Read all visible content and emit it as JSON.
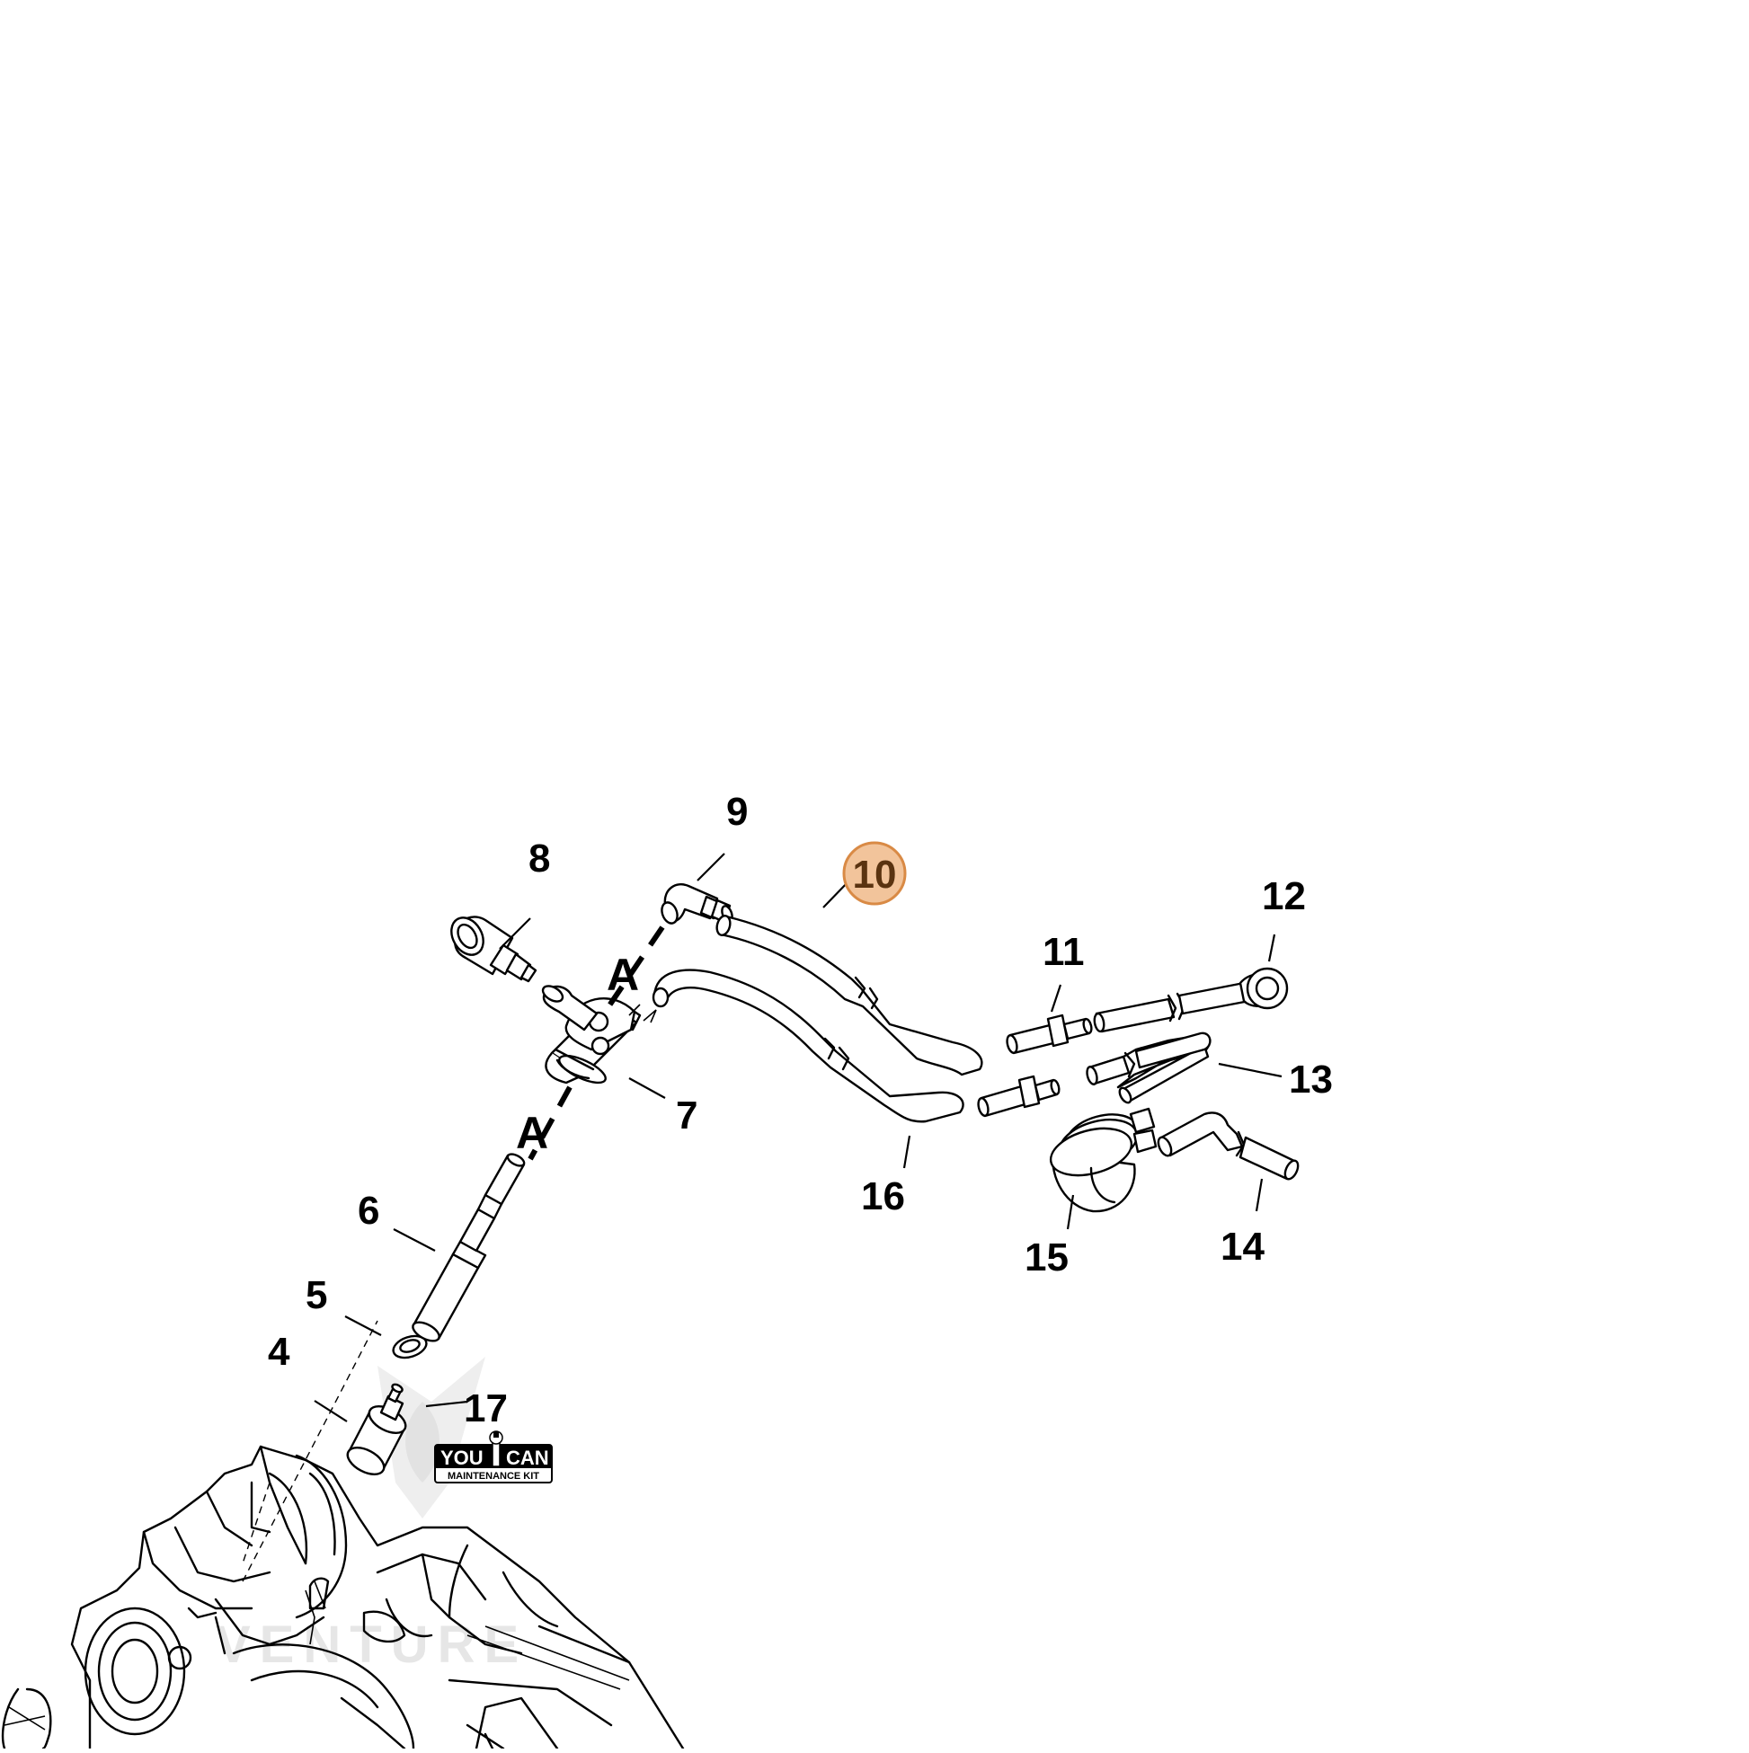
{
  "diagram": {
    "highlight_color_fill": "#f2c49b",
    "highlight_color_stroke": "#d98a45",
    "highlight_text_color": "#5a3310",
    "parts": [
      {
        "id": "4",
        "label": "4",
        "highlighted": false
      },
      {
        "id": "5",
        "label": "5",
        "highlighted": false
      },
      {
        "id": "6",
        "label": "6",
        "highlighted": false
      },
      {
        "id": "7",
        "label": "7",
        "highlighted": false
      },
      {
        "id": "8",
        "label": "8",
        "highlighted": false
      },
      {
        "id": "9",
        "label": "9",
        "highlighted": false
      },
      {
        "id": "10",
        "label": "10",
        "highlighted": true
      },
      {
        "id": "11",
        "label": "11",
        "highlighted": false
      },
      {
        "id": "12",
        "label": "12",
        "highlighted": false
      },
      {
        "id": "13",
        "label": "13",
        "highlighted": false
      },
      {
        "id": "14",
        "label": "14",
        "highlighted": false
      },
      {
        "id": "15",
        "label": "15",
        "highlighted": false
      },
      {
        "id": "16",
        "label": "16",
        "highlighted": false
      },
      {
        "id": "17",
        "label": "17",
        "highlighted": false
      }
    ],
    "section_marks": {
      "upper": "A",
      "lower": "A"
    }
  },
  "logo": {
    "top_left": "YOU",
    "top_right": "CAN",
    "bottom": "MAINTENANCE KIT",
    "icon": "wrench-icon"
  },
  "watermark": {
    "text": "VENTURE"
  }
}
